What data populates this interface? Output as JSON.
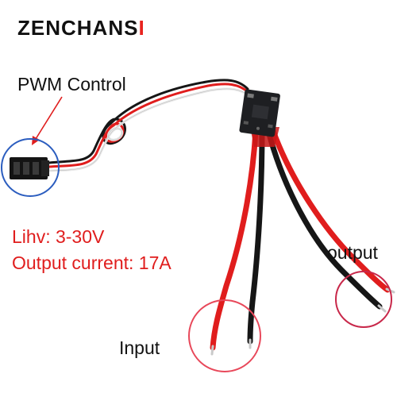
{
  "brand": {
    "prefix": "ZENCHANS",
    "accent": "I"
  },
  "labels": {
    "pwm": "PWM  Control",
    "voltage": "Lihv: 3-30V",
    "current": "Output current: 17A",
    "input": "Input",
    "output": "output"
  },
  "colors": {
    "accent": "#e8231f",
    "circle_blue": "#2b5dbf",
    "circle_red": "#e8485a",
    "wire_red": "#e01d1d",
    "wire_black": "#161616",
    "pcb": "#1e1f22"
  }
}
